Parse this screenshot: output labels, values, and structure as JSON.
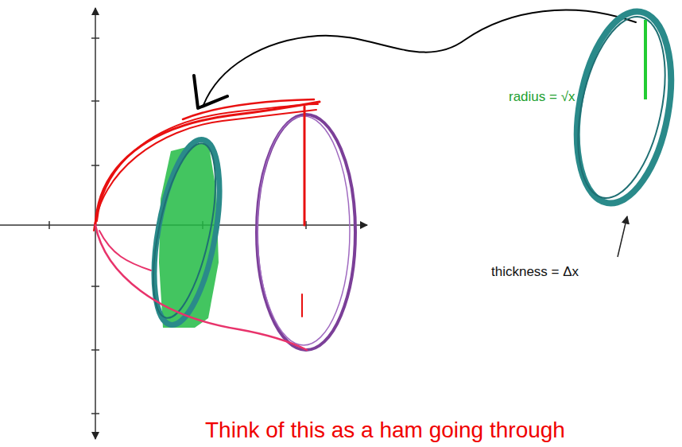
{
  "diagram": {
    "labels": [
      "radius = √x",
      "thickness = Δx",
      "Think of this as a ham going through"
    ]
  }
}
